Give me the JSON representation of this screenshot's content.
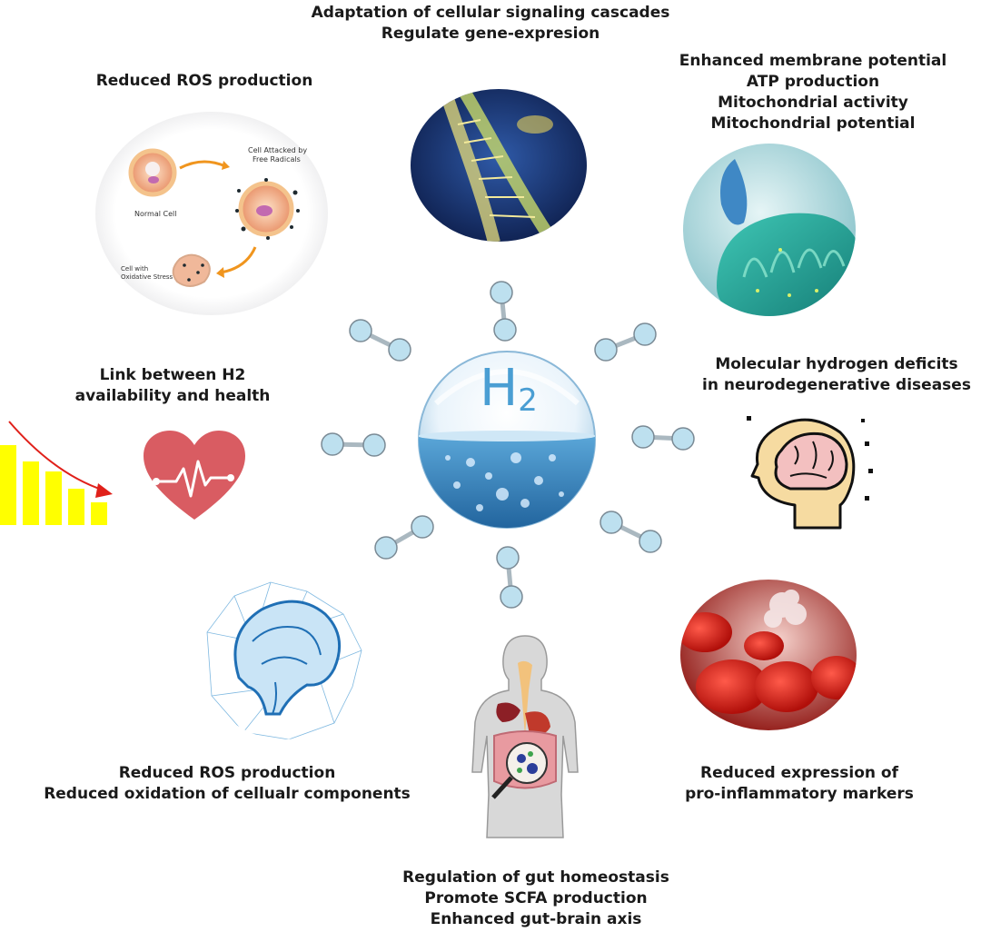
{
  "center": {
    "symbol": "H",
    "subscript": "2"
  },
  "labels": {
    "top": [
      "Adaptation of cellular signaling cascades",
      "Regulate gene-expresion"
    ],
    "top_left": [
      "Reduced ROS production"
    ],
    "top_right": [
      "Enhanced membrane potential",
      "ATP production",
      "Mitochondrial activity",
      "Mitochondrial potential"
    ],
    "left": [
      "Link between H2",
      "availability and health"
    ],
    "right": [
      "Molecular hydrogen deficits",
      "in neurodegenerative diseases"
    ],
    "bottom_left": [
      "Reduced ROS production",
      "Reduced oxidation of cellualr components"
    ],
    "bottom_right": [
      "Reduced expression of",
      "pro-inflammatory markers"
    ],
    "bottom": [
      "Regulation of gut homeostasis",
      "Promote SCFA production",
      "Enhanced gut-brain axis"
    ]
  },
  "cell_diagram": {
    "normal": "Normal Cell",
    "attacked": [
      "Cell Attacked by",
      "Free Radicals"
    ],
    "stressed": [
      "Cell with",
      "Oxidative Stress"
    ]
  },
  "colors": {
    "molecule": "#bde0ef",
    "molecule_stroke": "#7a8a95",
    "bars": "#ffff00",
    "arrow": "#e0201a",
    "heart": "#d95c62"
  },
  "icons": [
    "dna-image",
    "mitochondria-image",
    "cell-oxidation-image",
    "declining-bar-chart-icon",
    "heart-pulse-icon",
    "head-brain-icon",
    "brain-network-image",
    "digestive-system-image",
    "red-blood-cells-image",
    "hydrogen-molecule-icon"
  ]
}
